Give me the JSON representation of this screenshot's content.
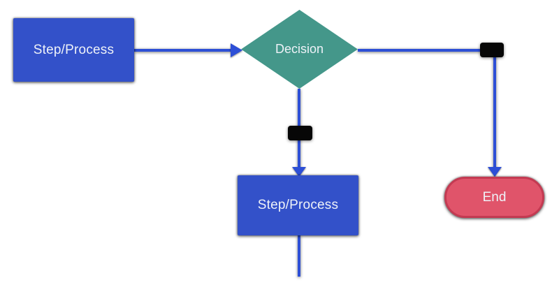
{
  "diagram": {
    "type": "flowchart",
    "background_color": "#ffffff",
    "colors": {
      "process_fill": "#3351c9",
      "decision_fill": "#44978a",
      "terminator_fill": "#e0546a",
      "terminator_border": "#c43a52",
      "connector_blue": "#2d4fd6",
      "edge_label_box": "#070707",
      "node_text": "#eef2f8"
    },
    "nodes": {
      "process_top": {
        "shape": "rectangle",
        "label": "Step/Process"
      },
      "decision": {
        "shape": "diamond",
        "label": "Decision"
      },
      "process_bottom": {
        "shape": "rectangle",
        "label": "Step/Process"
      },
      "end": {
        "shape": "rounded-terminator",
        "label": "End"
      }
    },
    "edges": [
      {
        "from": "process_top",
        "to": "decision",
        "direction": "right",
        "arrow": true,
        "label": ""
      },
      {
        "from": "decision",
        "to": "end",
        "direction": "right-then-down",
        "arrow": true,
        "label": ""
      },
      {
        "from": "decision",
        "to": "process_bottom",
        "direction": "down",
        "arrow": true,
        "label": ""
      },
      {
        "from": "process_bottom",
        "to": "off-canvas-bottom",
        "direction": "down",
        "arrow": false,
        "label": ""
      }
    ],
    "edge_labels": {
      "decision_right_label": "",
      "decision_down_label": ""
    }
  }
}
